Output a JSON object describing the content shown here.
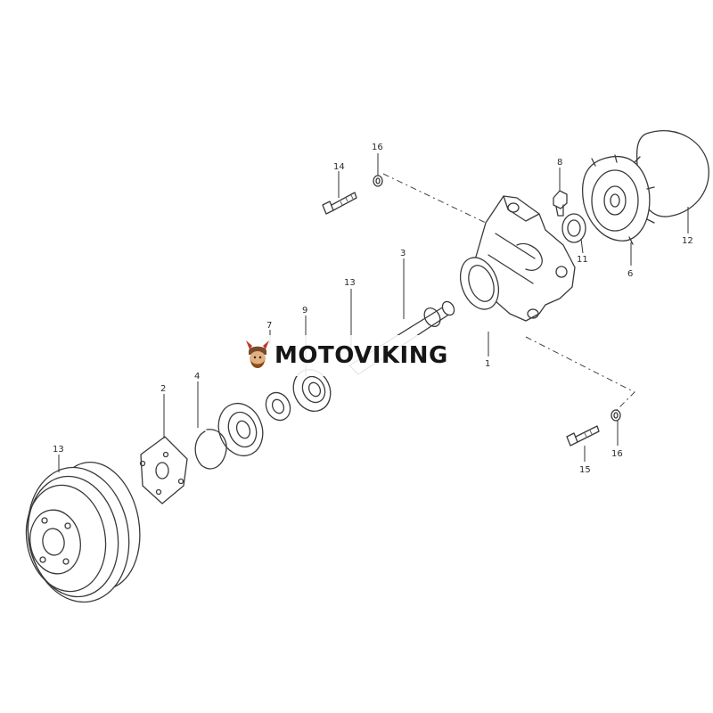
{
  "watermark": {
    "text": "MOTOVIKING",
    "brand_color": "#c0392b"
  },
  "callouts": {
    "c1": "1",
    "c2": "2",
    "c3": "3",
    "c4": "4",
    "c6": "6",
    "c7": "7",
    "c8": "8",
    "c9": "9",
    "c11": "11",
    "c12": "12",
    "c13a": "13",
    "c13b": "13",
    "c14": "14",
    "c15": "15",
    "c16a": "16",
    "c16b": "16"
  },
  "colors": {
    "line": "#3a3a3a",
    "background": "#ffffff"
  }
}
